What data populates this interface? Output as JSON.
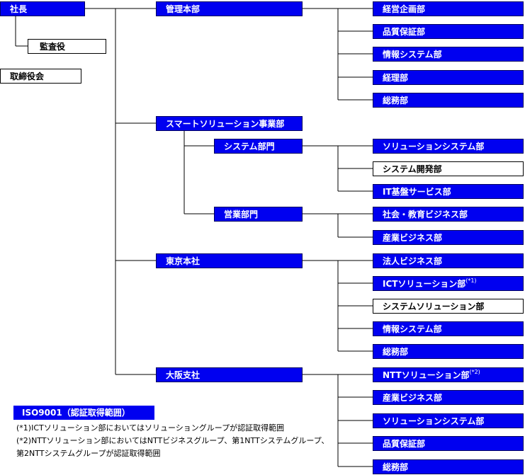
{
  "colors": {
    "box_fill": "#0000f0",
    "box_text": "#ffffff",
    "line": "#000000"
  },
  "top": {
    "president": "社長",
    "audit": "監査役",
    "board": "取締役会"
  },
  "hq": {
    "label": "管理本部",
    "depts": [
      "経営企画部",
      "品質保証部",
      "情報システム部",
      "経理部",
      "総務部"
    ]
  },
  "smart": {
    "label": "スマートソリューション事業部",
    "system_div": {
      "label": "システム部門",
      "depts": [
        "ソリューションシステム部",
        "システム開発部",
        "IT基盤サービス部"
      ]
    },
    "sales_div": {
      "label": "営業部門",
      "depts": [
        "社会・教育ビジネス部",
        "産業ビジネス部"
      ]
    }
  },
  "tokyo": {
    "label": "東京本社",
    "depts": [
      "法人ビジネス部",
      "ICTソリューション部",
      "システムソリューション部",
      "情報システム部",
      "総務部"
    ],
    "ict_note_mark": "(*1)"
  },
  "osaka": {
    "label": "大阪支社",
    "depts": [
      "NTTソリューション部",
      "産業ビジネス部",
      "ソリューションシステム部",
      "品質保証部",
      "総務部"
    ],
    "ntt_note_mark": "(*2)"
  },
  "iso": {
    "title": "ISO9001（認証取得範囲）",
    "notes": [
      "(*1)ICTソリューション部においてはソリューショングループが認証取得範囲",
      "(*2)NTTソリューション部においてはNTTビジネスグループ、第1NTTシステムグループ、",
      "第2NTTシステムグループが認証取得範囲"
    ]
  }
}
